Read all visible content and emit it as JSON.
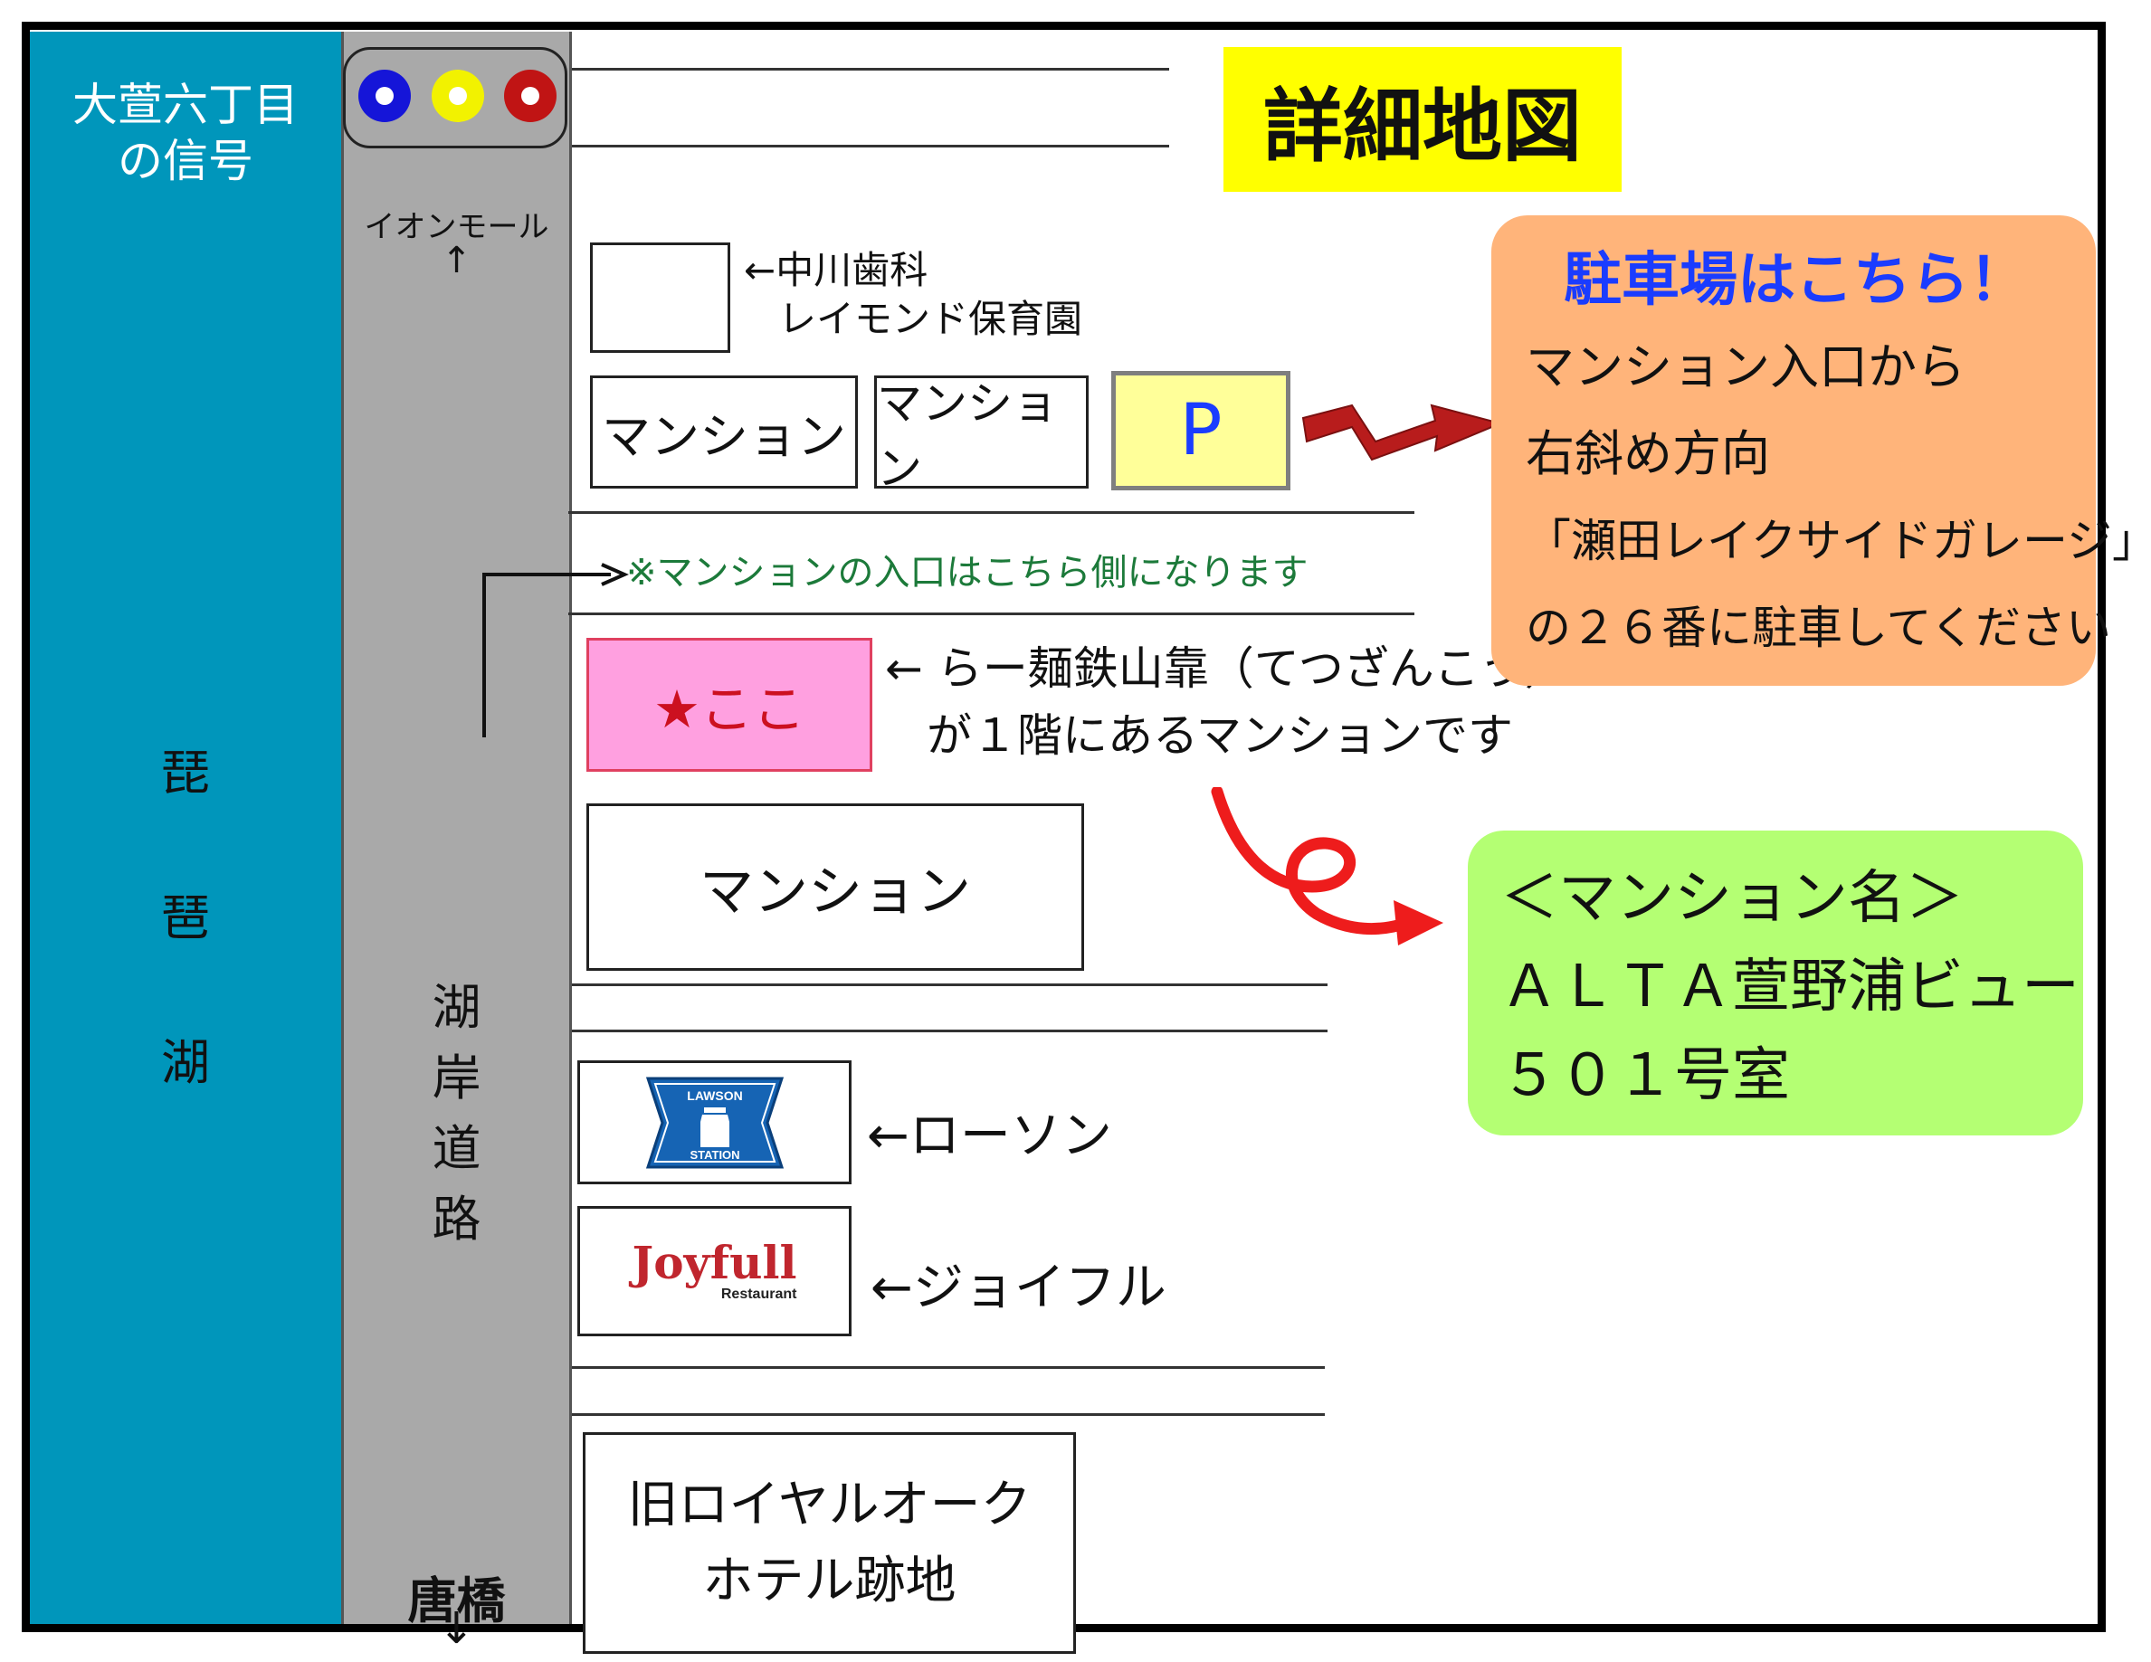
{
  "title": "詳細地図",
  "colors": {
    "lake": "#0096bb",
    "road": "#a9a9a9",
    "title_bg": "#ffff00",
    "parking_bg": "#ffff99",
    "here_bg": "#ffa0e0",
    "orange_callout": "#ffb47a",
    "green_callout": "#b4ff73",
    "arrow_red": "#cc1c1c",
    "blue_text": "#1a3cff",
    "green_text": "#2e8b57"
  },
  "lake": {
    "signal_label_line1": "大萱六丁目",
    "signal_label_line2": "の信号",
    "name": [
      "琵",
      "琶",
      "湖"
    ]
  },
  "signal": {
    "lamps": [
      "blue",
      "yellow",
      "red"
    ]
  },
  "road": {
    "north_label": "イオンモール",
    "north_arrow": "↑",
    "name": [
      "湖",
      "岸",
      "道",
      "路"
    ],
    "south_label": "唐橋",
    "south_arrow": "↓"
  },
  "buildings": {
    "dentist_label_line1": "←中川歯科",
    "dentist_label_line2": "レイモンド保育園",
    "mansion_a": "マンション",
    "mansion_b": "マンション",
    "parking": "P",
    "entrance_note": "※マンションの入口はこちら側になります",
    "here": "★ここ",
    "here_note_line1": "← らー麺鉄山靠（てつざんこう）",
    "here_note_line2": "が１階にあるマンションです",
    "mansion_c": "マンション",
    "lawson_logo_top": "LAWSON",
    "lawson_logo_bottom": "STATION",
    "lawson_label": "←ローソン",
    "joyfull_logo": "Joyfull",
    "joyfull_sub": "Restaurant",
    "joyfull_label": "←ジョイフル",
    "hotel_line1": "旧ロイヤルオーク",
    "hotel_line2": "ホテル跡地"
  },
  "parking_callout": {
    "heading": "駐車場はこちら！",
    "line1": "マンション入口から",
    "line2": "右斜め方向",
    "line3": "「瀬田レイクサイドガレージ」",
    "line4": "の２６番に駐車してください"
  },
  "mansion_callout": {
    "line1": "＜マンション名＞",
    "line2": "ＡＬＴＡ萱野浦ビュー",
    "line3": "５０１号室"
  }
}
